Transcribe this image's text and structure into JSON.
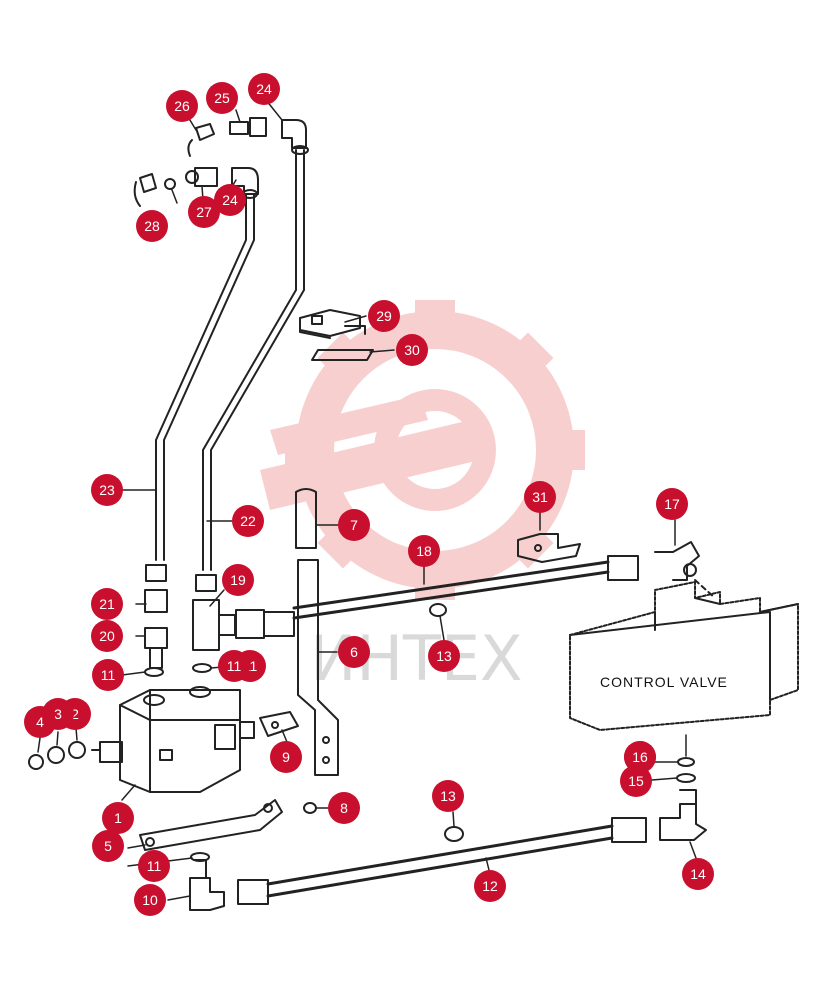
{
  "colors": {
    "callout": "#c8102e",
    "line": "#222222",
    "watermark": "#f4c2c2"
  },
  "watermark": {
    "text": "ИНТЕХ",
    "icon": "gear-wrench-logo-icon"
  },
  "control_valve": {
    "label": "CONTROL VALVE"
  },
  "callouts": [
    {
      "label": "1"
    },
    {
      "label": "2"
    },
    {
      "label": "3"
    },
    {
      "label": "4"
    },
    {
      "label": "5"
    },
    {
      "label": "6"
    },
    {
      "label": "7"
    },
    {
      "label": "8"
    },
    {
      "label": "9"
    },
    {
      "label": "10"
    },
    {
      "label": "11"
    },
    {
      "label": "11"
    },
    {
      "label": "11"
    },
    {
      "label": "11"
    },
    {
      "label": "12"
    },
    {
      "label": "13"
    },
    {
      "label": "13"
    },
    {
      "label": "14"
    },
    {
      "label": "15"
    },
    {
      "label": "16"
    },
    {
      "label": "16"
    },
    {
      "label": "17"
    },
    {
      "label": "18"
    },
    {
      "label": "19"
    },
    {
      "label": "20"
    },
    {
      "label": "21"
    },
    {
      "label": "22"
    },
    {
      "label": "23"
    },
    {
      "label": "24"
    },
    {
      "label": "24"
    },
    {
      "label": "25"
    },
    {
      "label": "26"
    },
    {
      "label": "27"
    },
    {
      "label": "28"
    },
    {
      "label": "29"
    },
    {
      "label": "30"
    },
    {
      "label": "31"
    }
  ]
}
